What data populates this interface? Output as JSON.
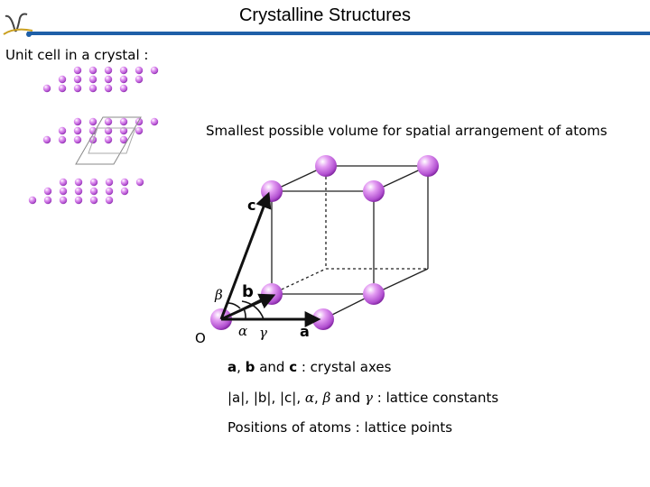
{
  "title": "Crystalline Structures",
  "intro": "Unit cell in a crystal :",
  "description": "Smallest possible volume for spatial arrangement of atoms",
  "labels": {
    "c": "c",
    "b": "b",
    "a": "a",
    "origin": "O",
    "beta": "β",
    "alpha": "α",
    "gamma": "γ"
  },
  "notes": {
    "axes": {
      "a": "a",
      "comma": ", ",
      "b": "b",
      "and": " and ",
      "c": "c",
      "rest": " : crystal axes"
    },
    "constants": {
      "mods": "|a|, |b|, |c|, ",
      "alpha": "α",
      "comma": ", ",
      "beta": "β",
      "and": " and ",
      "gamma": "γ",
      "rest": " : lattice constants"
    },
    "positions": "Positions of atoms : lattice points"
  },
  "colors": {
    "atom": "#cc66e0",
    "atom_dark": "#9a2fb5",
    "rule": "#1f5fa8",
    "cell_edges": "#222222",
    "small_cell": "#888888"
  },
  "icons": [
    "logo-icon"
  ]
}
